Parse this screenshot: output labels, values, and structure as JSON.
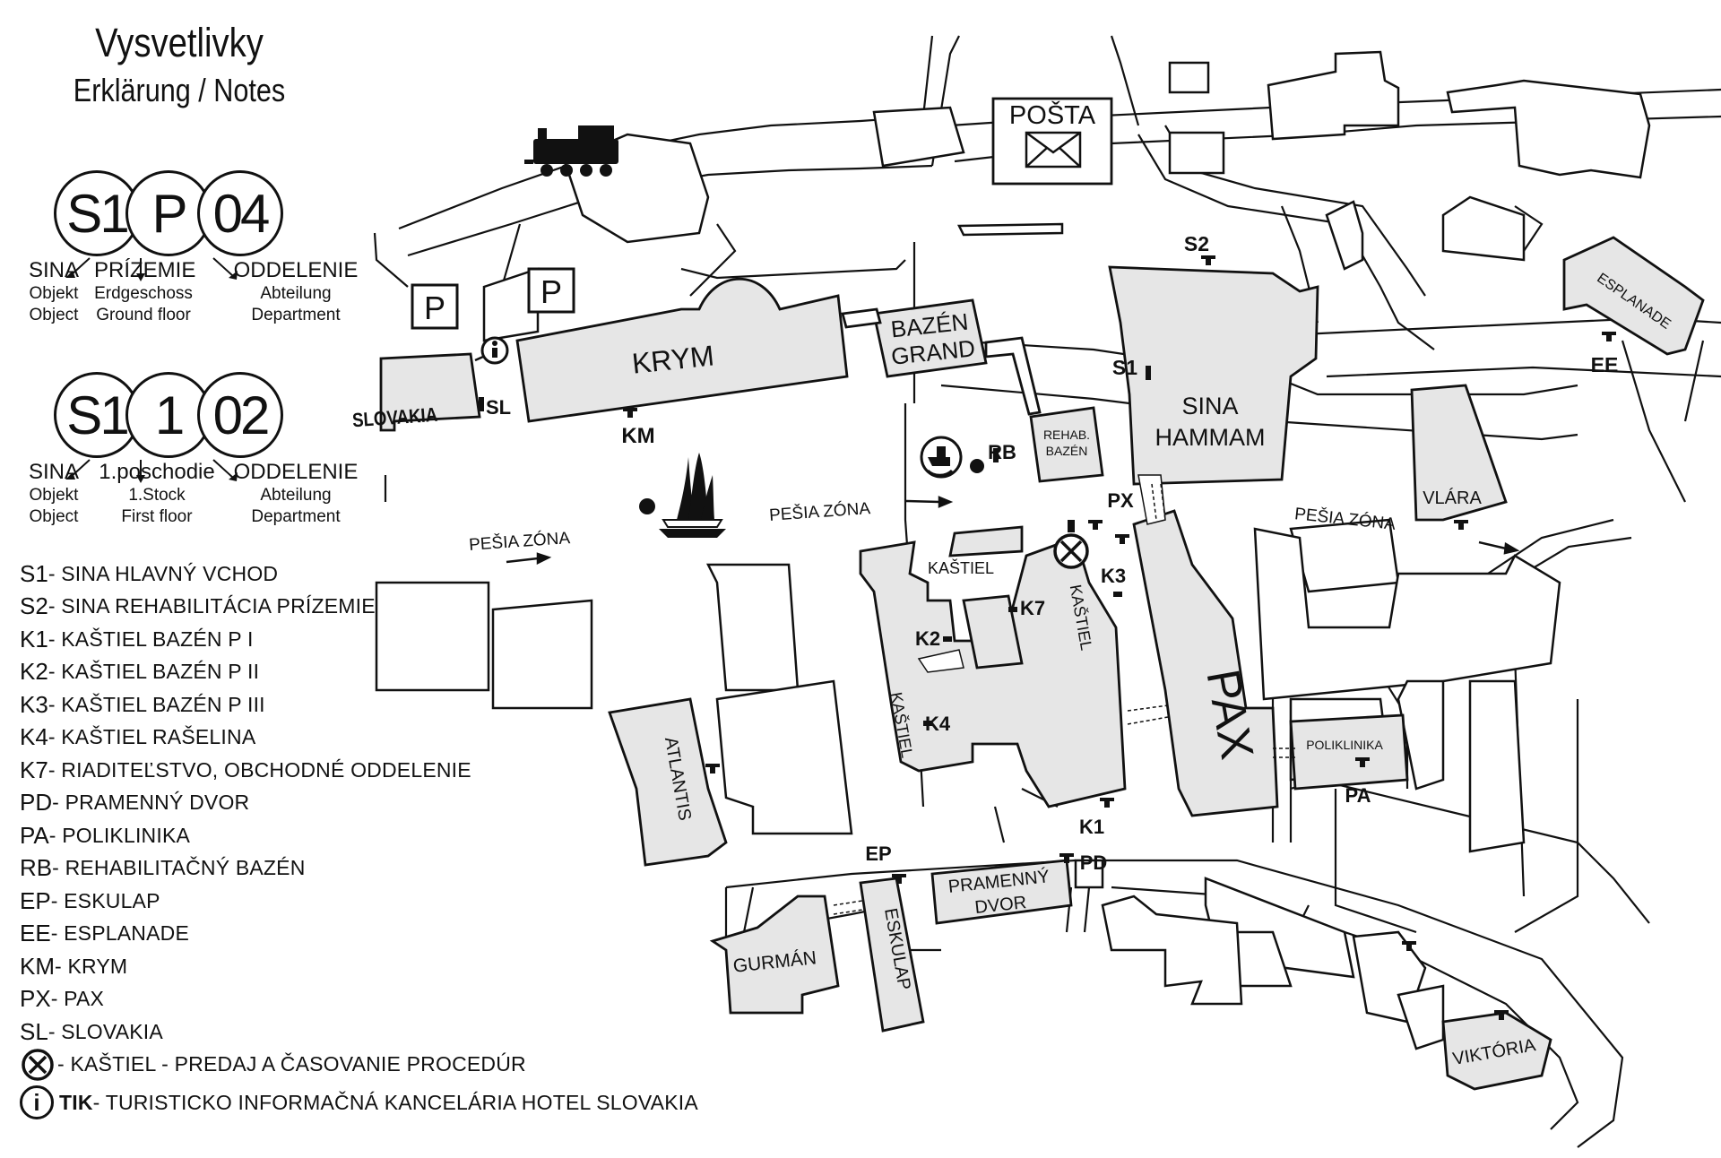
{
  "legend": {
    "title": "Vysvetlivky",
    "subtitle": "Erklärung / Notes",
    "example1": {
      "codes": [
        "S1",
        "P",
        "04"
      ],
      "cols": [
        {
          "main": "SINA",
          "sub1": "Objekt",
          "sub2": "Object"
        },
        {
          "main": "PRÍZEMIE",
          "sub1": "Erdgeschoss",
          "sub2": "Ground floor"
        },
        {
          "main": "ODDELENIE",
          "sub1": "Abteilung",
          "sub2": "Department"
        }
      ]
    },
    "example2": {
      "codes": [
        "S1",
        "1",
        "02"
      ],
      "cols": [
        {
          "main": "SINA",
          "sub1": "Objekt",
          "sub2": "Object"
        },
        {
          "main": "1.poschodie",
          "sub1": "1.Stock",
          "sub2": "First floor"
        },
        {
          "main": "ODDELENIE",
          "sub1": "Abteilung",
          "sub2": "Department"
        }
      ]
    },
    "abbreviations": [
      {
        "code": "S1",
        "desc": " - SINA HLAVNÝ VCHOD"
      },
      {
        "code": "S2",
        "desc": " - SINA REHABILITÁCIA PRÍZEMIE"
      },
      {
        "code": "K1",
        "desc": " - KAŠTIEL BAZÉN P I"
      },
      {
        "code": "K2",
        "desc": " - KAŠTIEL BAZÉN P II"
      },
      {
        "code": "K3",
        "desc": " - KAŠTIEL BAZÉN P III"
      },
      {
        "code": "K4",
        "desc": " - KAŠTIEL RAŠELINA"
      },
      {
        "code": "K7",
        "desc": " - RIADITEĽSTVO, OBCHODNÉ ODDELENIE"
      },
      {
        "code": "PD",
        "desc": " - PRAMENNÝ DVOR"
      },
      {
        "code": "PA",
        "desc": " - POLIKLINIKA"
      },
      {
        "code": "RB",
        "desc": " - REHABILITAČNÝ BAZÉN"
      },
      {
        "code": "EP",
        "desc": " - ESKULAP"
      },
      {
        "code": "EE",
        "desc": " - ESPLANADE"
      },
      {
        "code": "KM",
        "desc": " - KRYM"
      },
      {
        "code": "PX",
        "desc": " - PAX"
      },
      {
        "code": "SL",
        "desc": " - SLOVAKIA"
      }
    ],
    "kastiel_note": "- KAŠTIEL - PREDAJ A ČASOVANIE PROCEDÚR",
    "tik_code": "TIK",
    "tik_desc": " - TURISTICKO INFORMAČNÁ KANCELÁRIA HOTEL SLOVAKIA",
    "info_symbol": "i"
  },
  "map": {
    "buildings": {
      "posta": "POŠTA",
      "krym": "KRYM",
      "bazen_grand_1": "BAZÉN",
      "bazen_grand_2": "GRAND",
      "slovakia": "SLOVAKIA",
      "rehab_1": "REHAB.",
      "rehab_2": "BAZÉN",
      "sina_1": "SINA",
      "sina_2": "HAMMAM",
      "esplanade": "ESPLANADE",
      "vlara": "VLÁRA",
      "kastiel_a": "KAŠTIEL",
      "kastiel_b": "KAŠTIEL",
      "kastiel_c": "KAŠTIEL",
      "pax": "PAX",
      "poliklinika": "POLIKLINIKA",
      "atlantis": "ATLANTIS",
      "pramenny_1": "PRAMENNÝ",
      "pramenny_2": "DVOR",
      "gurman": "GURMÁN",
      "eskulap": "ESKULAP",
      "viktoria": "VIKTÓRIA"
    },
    "markers": {
      "s2": "S2",
      "s1": "S1",
      "ee": "EE",
      "km": "KM",
      "sl": "SL",
      "rb": "RB",
      "px": "PX",
      "k3": "K3",
      "k7": "K7",
      "k2": "K2",
      "k4": "K4",
      "k1": "K1",
      "pa": "PA",
      "ep": "EP",
      "pd": "PD"
    },
    "parking": "P",
    "zones": {
      "z1": "PEŠIA ZÓNA",
      "z2": "PEŠIA ZÓNA",
      "z3": "PEŠIA ZÓNA"
    }
  },
  "colors": {
    "building_fill": "#e6e6e6",
    "line": "#111111",
    "background": "#ffffff"
  }
}
